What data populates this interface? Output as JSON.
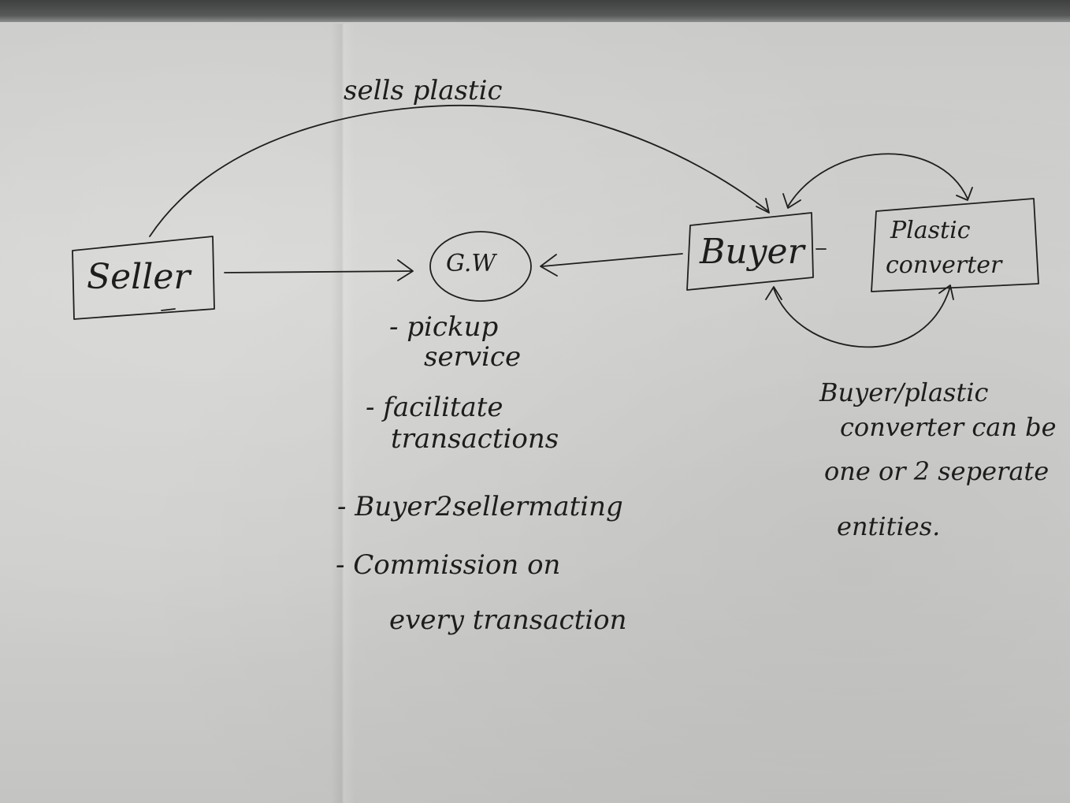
{
  "diagram": {
    "edge_sells_plastic": "sells plastic",
    "nodes": {
      "seller": "Seller",
      "gw": "G.W",
      "buyer": "Buyer",
      "plastic_converter": [
        "Plastic",
        "converter"
      ]
    },
    "gw_services": [
      [
        "- pickup",
        "service"
      ],
      [
        "- facilitate",
        "transactions"
      ],
      [
        "- Buyer2sellermating"
      ],
      [
        "- Commission on",
        "every transaction"
      ]
    ],
    "note": [
      "Buyer/plastic",
      "converter can be",
      "one or 2 seperate",
      "entities."
    ]
  }
}
